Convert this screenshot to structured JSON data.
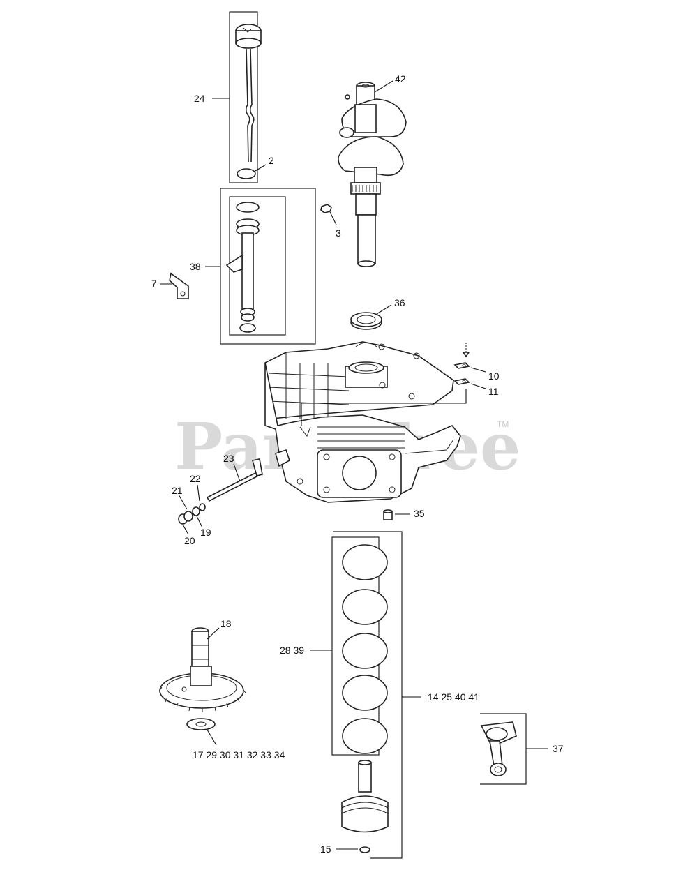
{
  "watermark": {
    "text": "PartsTree",
    "trademark": "TM"
  },
  "callouts": {
    "c24": "24",
    "c2": "2",
    "c42": "42",
    "c3": "3",
    "c38": "38",
    "c7": "7",
    "c36": "36",
    "c10": "10",
    "c11": "11",
    "c23": "23",
    "c22": "22",
    "c21": "21",
    "c19": "19",
    "c20": "20",
    "c35": "35",
    "c2839": "28 39",
    "c18": "18",
    "c14254041": "14 25 40 41",
    "c37": "37",
    "c17293031323334": "17 29 30 31 32 33 34",
    "c15": "15"
  }
}
